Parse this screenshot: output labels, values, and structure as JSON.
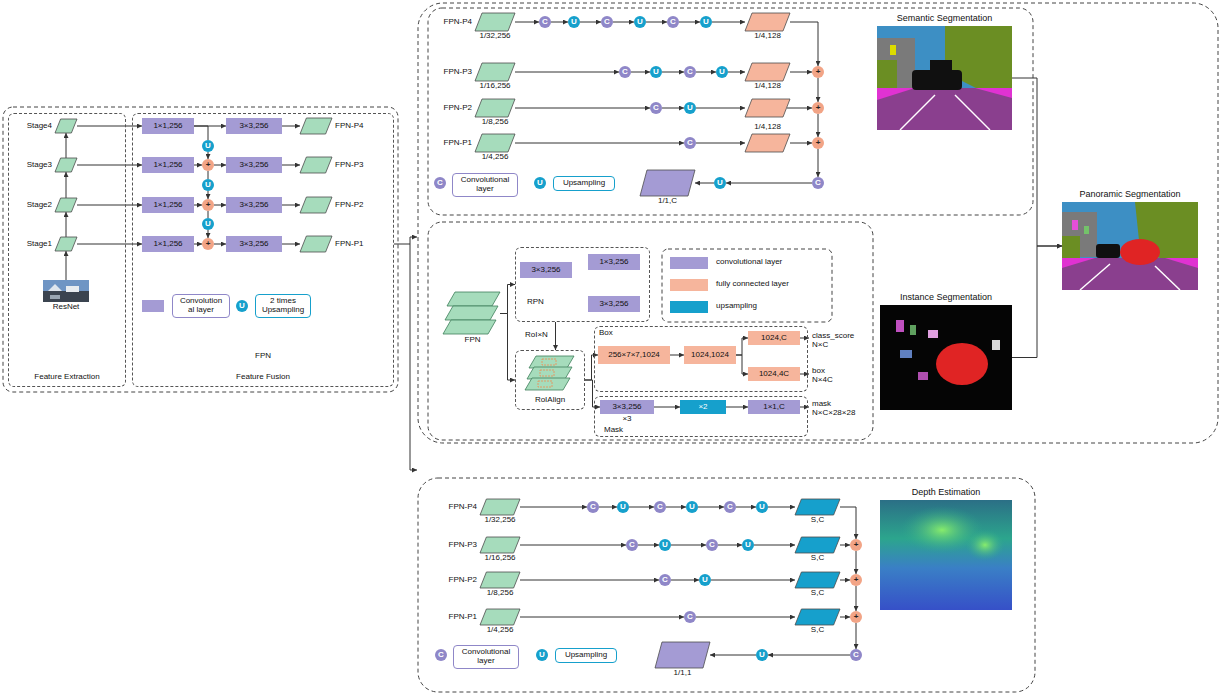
{
  "diagram": {
    "nodes": [
      {
        "text": [
          "Feature Extraction"
        ]
      },
      {
        "text": [
          "Feature Fusion"
        ]
      },
      {
        "text": [
          "Stage4"
        ],
        "in": 0
      },
      {
        "text": [
          "Stage3"
        ],
        "in": 0
      },
      {
        "text": [
          "Stage2"
        ],
        "in": 0
      },
      {
        "text": [
          "Stage1"
        ],
        "in": 0
      },
      {
        "text": [
          "ResNet"
        ],
        "in": 0
      },
      {
        "text": [
          "1×1,256"
        ],
        "in": 1
      },
      {
        "text": [
          "3×3,256"
        ],
        "in": 1
      },
      {
        "text": [
          "FPN-P4"
        ],
        "in": 1
      },
      {
        "text": [
          "U"
        ],
        "in": 1
      },
      {
        "text": [
          "1×1,256"
        ],
        "in": 1
      },
      {
        "text": [
          "+"
        ],
        "in": 1
      },
      {
        "text": [
          "3×3,256"
        ],
        "in": 1
      },
      {
        "text": [
          "FPN-P3"
        ],
        "in": 1
      },
      {
        "text": [
          "U"
        ],
        "in": 1
      },
      {
        "text": [
          "1×1,256"
        ],
        "in": 1
      },
      {
        "text": [
          "+"
        ],
        "in": 1
      },
      {
        "text": [
          "3×3,256"
        ],
        "in": 1
      },
      {
        "text": [
          "FPN-P2"
        ],
        "in": 1
      },
      {
        "text": [
          "U"
        ],
        "in": 1
      },
      {
        "text": [
          "1×1,256"
        ],
        "in": 1
      },
      {
        "text": [
          "+"
        ],
        "in": 1
      },
      {
        "text": [
          "3×3,256"
        ],
        "in": 1
      },
      {
        "text": [
          "FPN-P1"
        ],
        "in": 1
      },
      {
        "text": [
          "FPN-P4",
          "1/32,256"
        ]
      },
      {
        "text": [
          "C"
        ]
      },
      {
        "text": [
          "U"
        ]
      },
      {
        "text": [
          "C"
        ]
      },
      {
        "text": [
          "U"
        ]
      },
      {
        "text": [
          "C"
        ]
      },
      {
        "text": [
          "U"
        ]
      },
      {
        "text": [
          "1/4,128"
        ]
      },
      {
        "text": [
          "FPN-P3",
          "1/16,256"
        ]
      },
      {
        "text": [
          "C"
        ]
      },
      {
        "text": [
          "U"
        ]
      },
      {
        "text": [
          "C"
        ]
      },
      {
        "text": [
          "U"
        ]
      },
      {
        "text": [
          "1/4,128"
        ]
      },
      {
        "text": [
          "FPN-P2",
          "1/8,256"
        ]
      },
      {
        "text": [
          "C"
        ]
      },
      {
        "text": [
          "U"
        ]
      },
      {
        "text": [
          "FPN-P1",
          "1/4,256"
        ]
      },
      {
        "text": [
          "C"
        ]
      },
      {
        "text": [
          "1/4,128"
        ]
      },
      {
        "text": [
          "+"
        ]
      },
      {
        "text": [
          "+"
        ]
      },
      {
        "text": [
          "+"
        ]
      },
      {
        "text": [
          "C"
        ]
      },
      {
        "text": [
          "U"
        ]
      },
      {
        "text": [
          "1/1,C"
        ]
      },
      {
        "text": [
          "Semantic Segmentation"
        ]
      },
      {
        "text": [
          "Panoramic Segmentation"
        ]
      },
      {
        "text": [
          "FPN"
        ]
      },
      {
        "text": [
          "RPN"
        ]
      },
      {
        "text": [
          "3×3,256"
        ],
        "in": 54
      },
      {
        "text": [
          "1×3,256"
        ],
        "in": 54
      },
      {
        "text": [
          "3×3,256"
        ],
        "in": 54
      },
      {
        "text": [
          "RoIAlign"
        ]
      },
      {
        "text": [
          "Box"
        ]
      },
      {
        "text": [
          "256×7×7,1024"
        ],
        "in": 59
      },
      {
        "text": [
          "1024,1024"
        ],
        "in": 59
      },
      {
        "text": [
          "1024,C"
        ],
        "in": 59
      },
      {
        "text": [
          "1024,4C"
        ],
        "in": 59
      },
      {
        "text": [
          "Mask"
        ]
      },
      {
        "text": [
          "3×3,256",
          "×3"
        ],
        "in": 64
      },
      {
        "text": [
          "×2"
        ],
        "in": 64
      },
      {
        "text": [
          "1×1,C"
        ],
        "in": 64
      },
      {
        "text": [
          "Instance Segmentation"
        ]
      },
      {
        "text": [
          "FPN-P4",
          "1/32,256"
        ]
      },
      {
        "text": [
          "C"
        ]
      },
      {
        "text": [
          "U"
        ]
      },
      {
        "text": [
          "C"
        ]
      },
      {
        "text": [
          "U"
        ]
      },
      {
        "text": [
          "C"
        ]
      },
      {
        "text": [
          "U"
        ]
      },
      {
        "text": [
          "S,C"
        ]
      },
      {
        "text": [
          "FPN-P3",
          "1/16,256"
        ]
      },
      {
        "text": [
          "C"
        ]
      },
      {
        "text": [
          "U"
        ]
      },
      {
        "text": [
          "C"
        ]
      },
      {
        "text": [
          "U"
        ]
      },
      {
        "text": [
          "S,C"
        ]
      },
      {
        "text": [
          "FPN-P2",
          "1/8,256"
        ]
      },
      {
        "text": [
          "C"
        ]
      },
      {
        "text": [
          "U"
        ]
      },
      {
        "text": [
          "S,C"
        ]
      },
      {
        "text": [
          "FPN-P1",
          "1/4,256"
        ]
      },
      {
        "text": [
          "C"
        ]
      },
      {
        "text": [
          "S,C"
        ]
      },
      {
        "text": [
          "+"
        ]
      },
      {
        "text": [
          "+"
        ]
      },
      {
        "text": [
          "+"
        ]
      },
      {
        "text": [
          "C"
        ]
      },
      {
        "text": [
          "U"
        ]
      },
      {
        "text": [
          "1/1,1"
        ]
      },
      {
        "text": [
          "Depth Estimation"
        ]
      }
    ],
    "edges": [
      {
        "from": 6,
        "to": 5,
        "arrow": "to"
      },
      {
        "from": 5,
        "to": 4,
        "arrow": "to"
      },
      {
        "from": 4,
        "to": 3,
        "arrow": "to"
      },
      {
        "from": 3,
        "to": 2,
        "arrow": "to"
      },
      {
        "from": 2,
        "to": 7,
        "arrow": "to"
      },
      {
        "from": 3,
        "to": 11,
        "arrow": "to"
      },
      {
        "from": 4,
        "to": 16,
        "arrow": "to"
      },
      {
        "from": 5,
        "to": 21,
        "arrow": "to"
      },
      {
        "from": 7,
        "to": 8,
        "arrow": "to"
      },
      {
        "from": 8,
        "to": 9,
        "arrow": "to"
      },
      {
        "from": 7,
        "to": 10,
        "arrow": "none"
      },
      {
        "from": 10,
        "to": 12,
        "arrow": "to"
      },
      {
        "from": 11,
        "to": 12,
        "arrow": "to"
      },
      {
        "from": 12,
        "to": 13,
        "arrow": "to"
      },
      {
        "from": 13,
        "to": 14,
        "arrow": "to"
      },
      {
        "from": 12,
        "to": 15,
        "arrow": "none"
      },
      {
        "from": 15,
        "to": 17,
        "arrow": "to"
      },
      {
        "from": 16,
        "to": 17,
        "arrow": "to"
      },
      {
        "from": 17,
        "to": 18,
        "arrow": "to"
      },
      {
        "from": 18,
        "to": 19,
        "arrow": "to"
      },
      {
        "from": 17,
        "to": 20,
        "arrow": "none"
      },
      {
        "from": 20,
        "to": 22,
        "arrow": "to"
      },
      {
        "from": 21,
        "to": 22,
        "arrow": "to"
      },
      {
        "from": 22,
        "to": 23,
        "arrow": "to"
      },
      {
        "from": 23,
        "to": 24,
        "arrow": "to"
      },
      {
        "from": 25,
        "to": 26,
        "arrow": "to"
      },
      {
        "from": 26,
        "to": 27,
        "arrow": "to"
      },
      {
        "from": 27,
        "to": 28,
        "arrow": "to"
      },
      {
        "from": 28,
        "to": 29,
        "arrow": "to"
      },
      {
        "from": 29,
        "to": 30,
        "arrow": "to"
      },
      {
        "from": 30,
        "to": 31,
        "arrow": "to"
      },
      {
        "from": 31,
        "to": 32,
        "arrow": "to"
      },
      {
        "from": 33,
        "to": 34,
        "arrow": "to"
      },
      {
        "from": 34,
        "to": 35,
        "arrow": "to"
      },
      {
        "from": 35,
        "to": 36,
        "arrow": "to"
      },
      {
        "from": 36,
        "to": 37,
        "arrow": "to"
      },
      {
        "from": 37,
        "to": 38,
        "arrow": "to"
      },
      {
        "from": 39,
        "to": 40,
        "arrow": "to"
      },
      {
        "from": 40,
        "to": 41,
        "arrow": "to"
      },
      {
        "from": 42,
        "to": 43,
        "arrow": "to"
      },
      {
        "from": 43,
        "to": 44,
        "arrow": "to"
      },
      {
        "from": 32,
        "to": 45,
        "arrow": "to"
      },
      {
        "from": 38,
        "to": 45,
        "arrow": "to"
      },
      {
        "from": 45,
        "to": 46,
        "arrow": "to"
      },
      {
        "from": 46,
        "to": 47,
        "arrow": "to"
      },
      {
        "from": 44,
        "to": 47,
        "arrow": "to"
      },
      {
        "from": 47,
        "to": 48,
        "arrow": "to"
      },
      {
        "from": 48,
        "to": 49,
        "arrow": "to"
      },
      {
        "from": 49,
        "to": 50,
        "arrow": "to"
      },
      {
        "from": 51,
        "to": 52,
        "arrow": "to"
      },
      {
        "from": 68,
        "to": 52,
        "arrow": "to"
      },
      {
        "from": 53,
        "to": 54,
        "arrow": "to"
      },
      {
        "from": 53,
        "to": 58,
        "arrow": "to"
      },
      {
        "from": 54,
        "to": 58,
        "label": "RoI×N",
        "arrow": "to"
      },
      {
        "from": 58,
        "to": 60,
        "arrow": "to"
      },
      {
        "from": 58,
        "to": 65,
        "arrow": "to"
      },
      {
        "from": 60,
        "to": 61,
        "arrow": "to"
      },
      {
        "from": 61,
        "to": 62,
        "arrow": "to"
      },
      {
        "from": 61,
        "to": 63,
        "arrow": "to"
      },
      {
        "from": 65,
        "to": 66,
        "arrow": "to"
      },
      {
        "from": 66,
        "to": 67,
        "arrow": "to"
      },
      {
        "from": 69,
        "to": 70,
        "arrow": "to"
      },
      {
        "from": 70,
        "to": 71,
        "arrow": "to"
      },
      {
        "from": 71,
        "to": 72,
        "arrow": "to"
      },
      {
        "from": 72,
        "to": 73,
        "arrow": "to"
      },
      {
        "from": 73,
        "to": 74,
        "arrow": "to"
      },
      {
        "from": 74,
        "to": 75,
        "arrow": "to"
      },
      {
        "from": 75,
        "to": 76,
        "arrow": "to"
      },
      {
        "from": 77,
        "to": 78,
        "arrow": "to"
      },
      {
        "from": 78,
        "to": 79,
        "arrow": "to"
      },
      {
        "from": 79,
        "to": 80,
        "arrow": "to"
      },
      {
        "from": 80,
        "to": 81,
        "arrow": "to"
      },
      {
        "from": 81,
        "to": 82,
        "arrow": "to"
      },
      {
        "from": 83,
        "to": 84,
        "arrow": "to"
      },
      {
        "from": 84,
        "to": 85,
        "arrow": "to"
      },
      {
        "from": 85,
        "to": 86,
        "arrow": "to"
      },
      {
        "from": 87,
        "to": 88,
        "arrow": "to"
      },
      {
        "from": 88,
        "to": 89,
        "arrow": "to"
      },
      {
        "from": 76,
        "to": 90,
        "arrow": "to"
      },
      {
        "from": 82,
        "to": 90,
        "arrow": "to"
      },
      {
        "from": 90,
        "to": 91,
        "arrow": "to"
      },
      {
        "from": 86,
        "to": 91,
        "arrow": "to"
      },
      {
        "from": 91,
        "to": 92,
        "arrow": "to"
      },
      {
        "from": 89,
        "to": 92,
        "arrow": "to"
      },
      {
        "from": 92,
        "to": 93,
        "arrow": "to"
      },
      {
        "from": 93,
        "to": 94,
        "arrow": "to"
      },
      {
        "from": 94,
        "to": 95,
        "arrow": "to"
      }
    ],
    "labels": [
      "FPN",
      "U",
      "C",
      "U",
      "class_score N×C",
      "box N×4C",
      "mask N×C×28×28",
      "C",
      "U"
    ],
    "legend": [
      {
        "text": "Convolution al layer",
        "color": "#a49bd4"
      },
      {
        "text": "2 times Upsampling",
        "color": "#16a0cc"
      },
      {
        "text": "Convolutional layer",
        "color": "#8f87c8"
      },
      {
        "text": "Upsampling",
        "color": "#16a0cc"
      },
      {
        "text": "convolutional layer",
        "color": "#a49bd4"
      },
      {
        "text": "fully connected layer",
        "color": "#f6b59c"
      },
      {
        "text": "upsampling",
        "color": "#16a0cc"
      },
      {
        "text": "Convolutional layer",
        "color": "#8f87c8"
      },
      {
        "text": "Upsampling",
        "color": "#16a0cc"
      }
    ]
  }
}
